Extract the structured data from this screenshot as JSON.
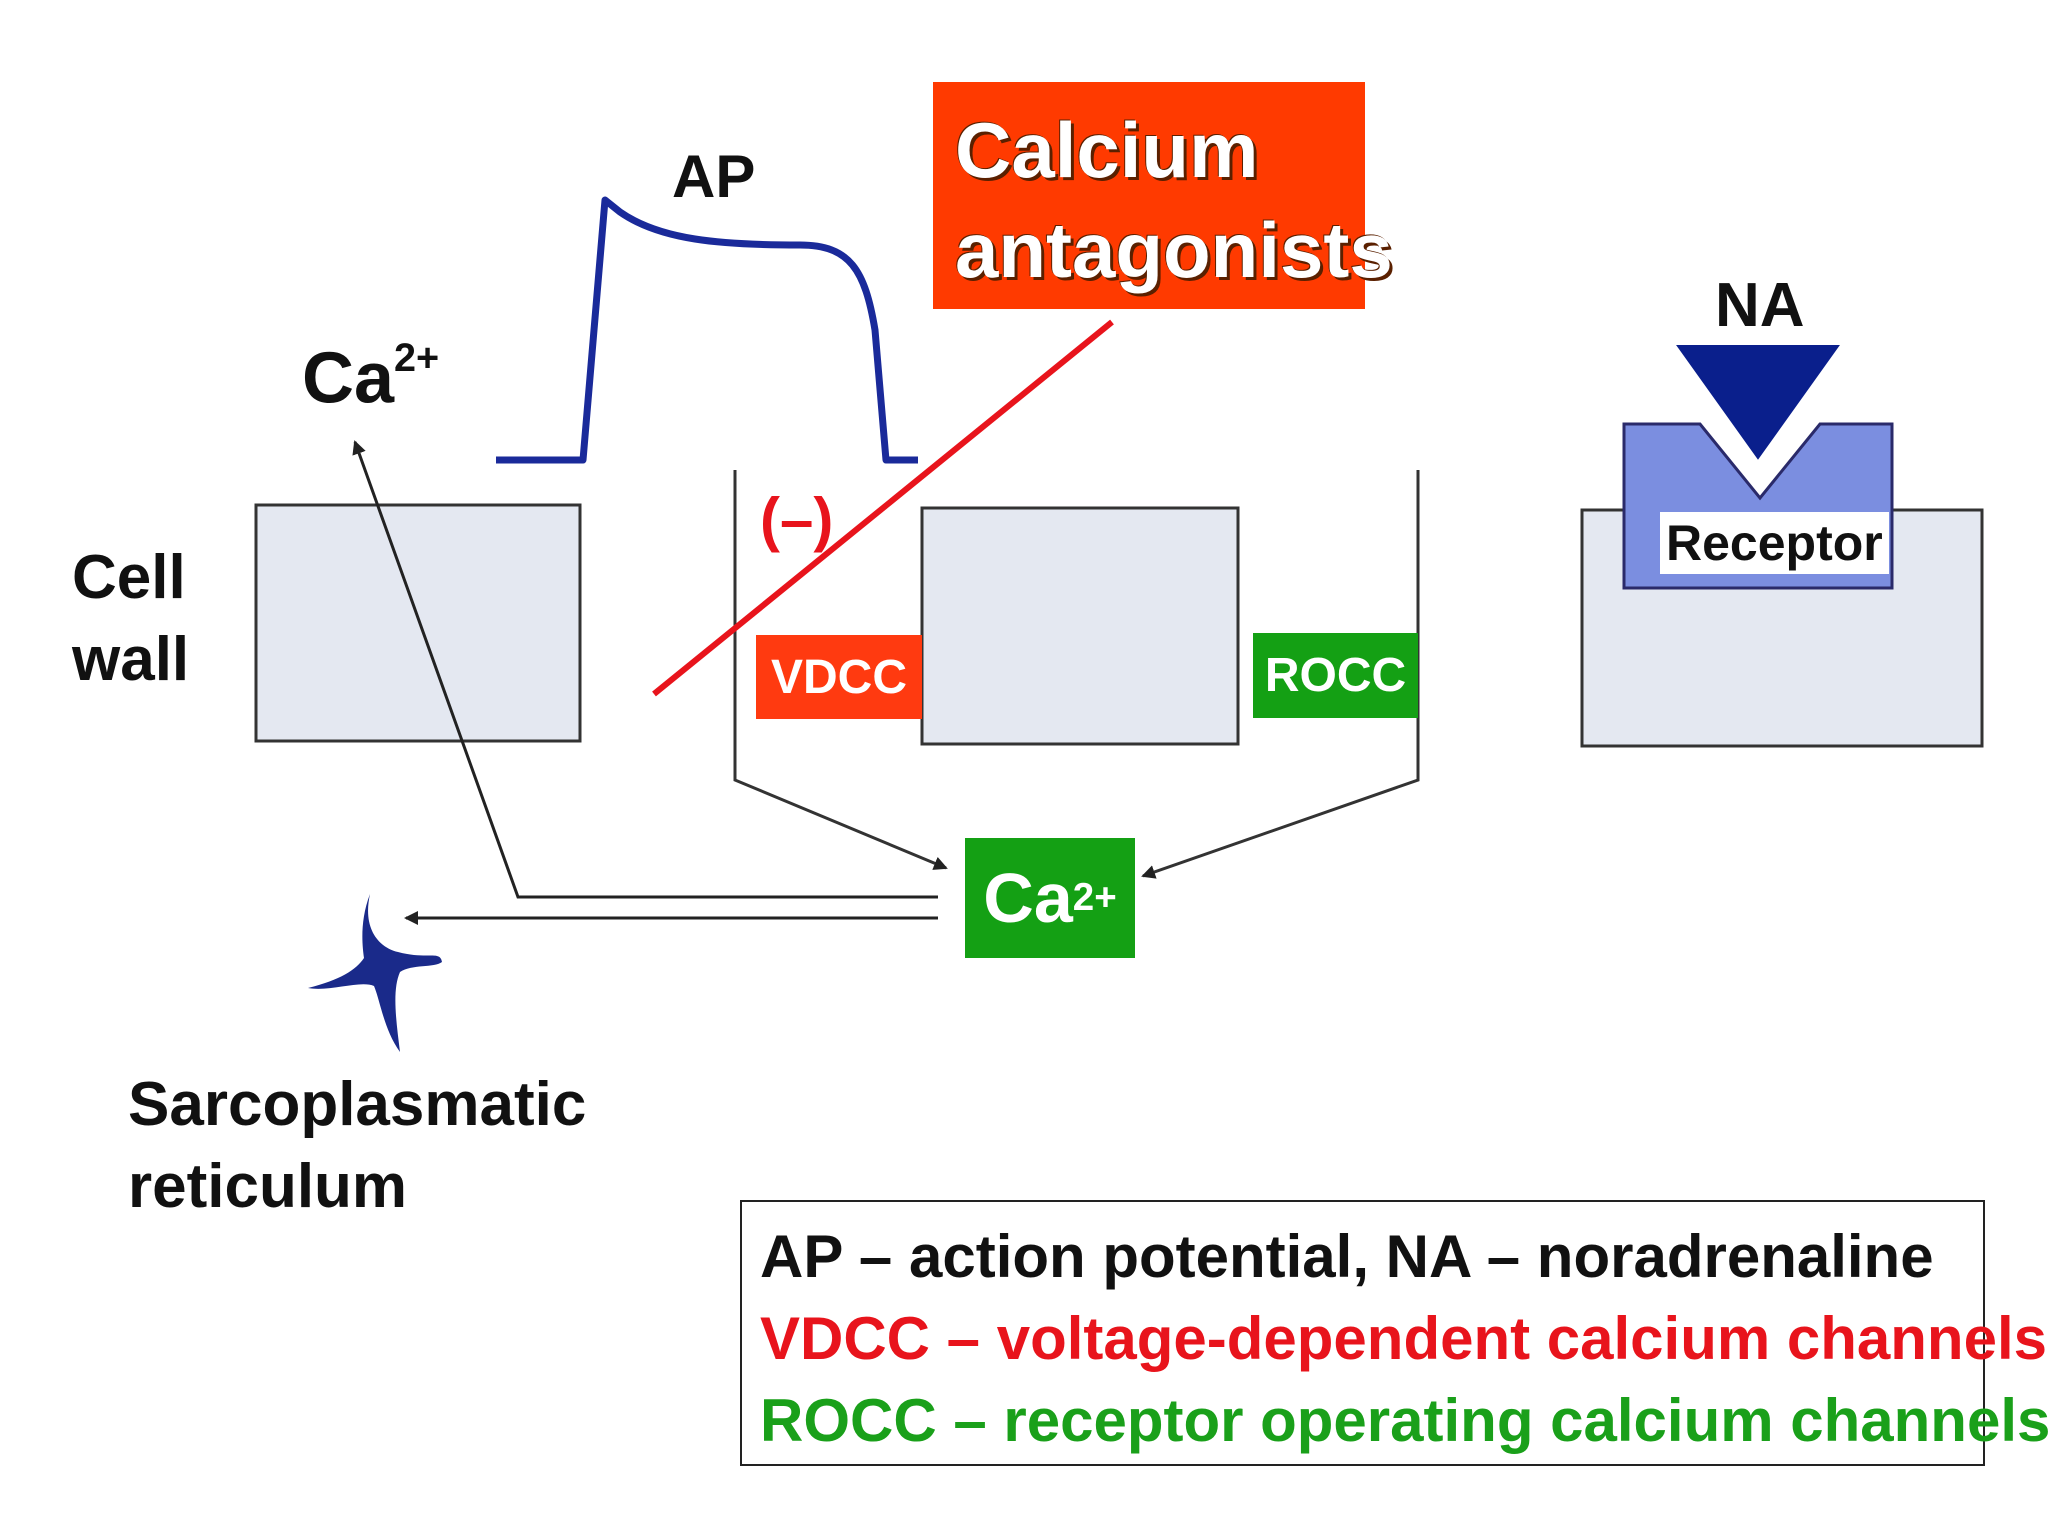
{
  "labels": {
    "ap": "AP",
    "ca_top": "Ca",
    "ca_sup": "2+",
    "cell_wall_line1": "Cell",
    "cell_wall_line2": "wall",
    "inhibition_sign": "(–)",
    "na": "NA",
    "receptor": "Receptor",
    "sr_line1": "Sarcoplasmatic",
    "sr_line2": "reticulum"
  },
  "callout": {
    "line1": "Calcium",
    "line2": "antagonists"
  },
  "channels": {
    "vdcc": "VDCC",
    "rocc": "ROCC",
    "ca_center": "Ca",
    "ca_center_sup": "2+"
  },
  "legend": [
    {
      "text": "AP – action potential, NA – noradrenaline",
      "color": "#111111"
    },
    {
      "text": "VDCC – voltage-dependent calcium channels",
      "color": "#e8141c"
    },
    {
      "text": "ROCC – receptor operating calcium channels",
      "color": "#1aa01a"
    }
  ],
  "colors": {
    "wall_fill": "#e4e8f1",
    "ap_trace": "#1a2a9a",
    "na_triangle": "#0a1f8c",
    "receptor_fill": "#7b8ee0",
    "inhibition_line": "#e8141c",
    "sr_icon": "#1a2a8a"
  }
}
